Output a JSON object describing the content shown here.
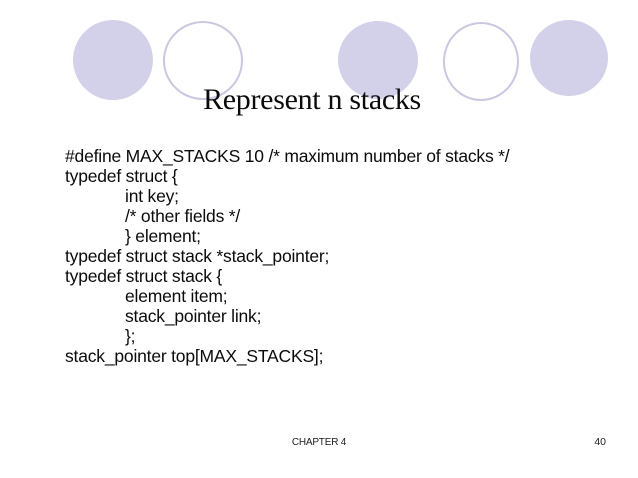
{
  "slide": {
    "title": "Represent n stacks",
    "code_lines": [
      "#define MAX_STACKS 10 /* maximum number of stacks */",
      "typedef struct {",
      "\tint key;",
      "\t/* other fields */",
      "\t} element;",
      "typedef struct stack *stack_pointer;",
      "typedef struct stack {",
      "\telement item;",
      "\tstack_pointer link;",
      "\t};",
      "stack_pointer top[MAX_STACKS];"
    ],
    "footer": {
      "chapter_label": "CHAPTER 4",
      "page_number": "40"
    },
    "decor": {
      "circles": [
        "filled",
        "outline",
        "filled",
        "outline",
        "filled"
      ]
    },
    "colors": {
      "background": "#FFFFFF",
      "circle_fill": "#D3D1E9",
      "circle_outline": "#C9C7E2",
      "title_text": "#0B0B0B",
      "code_text": "#0B0B0B",
      "footer_text": "#1C1C1C"
    }
  }
}
